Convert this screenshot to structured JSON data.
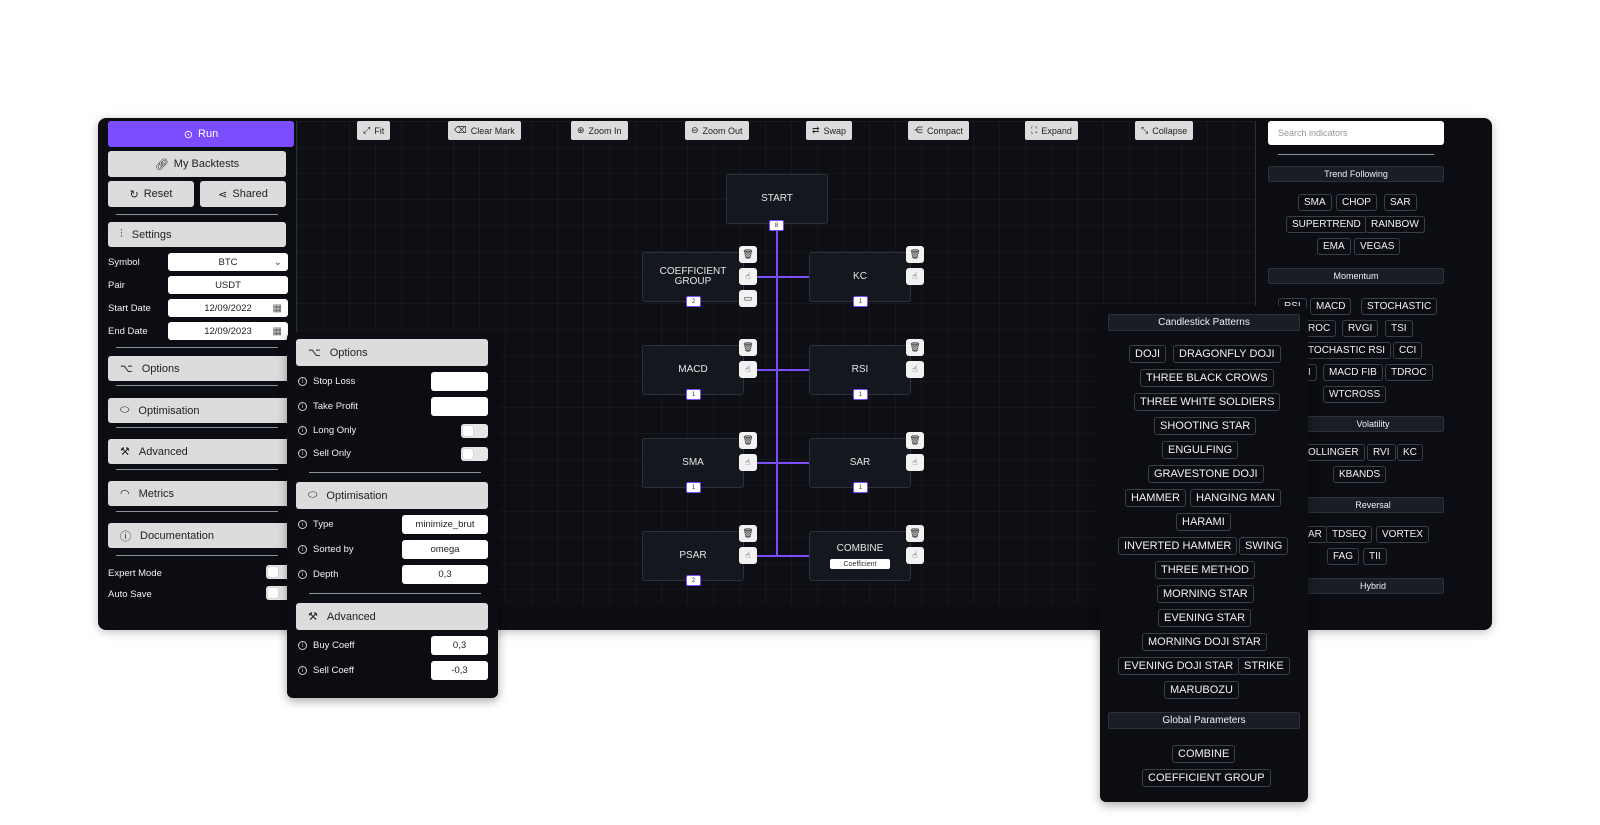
{
  "sidebar": {
    "run_label": "Run",
    "my_backtests_label": "My Backtests",
    "reset_label": "Reset",
    "shared_label": "Shared",
    "settings_label": "Settings",
    "symbol_label": "Symbol",
    "symbol_value": "BTC",
    "pair_label": "Pair",
    "pair_value": "USDT",
    "start_date_label": "Start Date",
    "start_date_value": "12/09/2022",
    "end_date_label": "End Date",
    "end_date_value": "12/09/2023",
    "options_label": "Options",
    "optimisation_label": "Optimisation",
    "advanced_label": "Advanced",
    "metrics_label": "Metrics",
    "documentation_label": "Documentation",
    "expert_mode_label": "Expert Mode",
    "auto_save_label": "Auto Save"
  },
  "toolbar": {
    "fit": "Fit",
    "clear_mark": "Clear Mark",
    "zoom_in": "Zoom In",
    "zoom_out": "Zoom Out",
    "swap": "Swap",
    "compact": "Compact",
    "expand": "Expand",
    "collapse": "Collapse"
  },
  "graph": {
    "start": {
      "label": "START",
      "port": "8"
    },
    "left_nodes": [
      {
        "label": "COEFFICIENT GROUP",
        "port": "2"
      },
      {
        "label": "MACD",
        "port": "1"
      },
      {
        "label": "SMA",
        "port": "1"
      },
      {
        "label": "PSAR",
        "port": "2"
      }
    ],
    "right_nodes": [
      {
        "label": "KC",
        "port": "1"
      },
      {
        "label": "RSI",
        "port": "1"
      },
      {
        "label": "SAR",
        "port": "1"
      },
      {
        "label": "COMBINE",
        "badge": "Coefficient"
      }
    ],
    "line_color": "#7c4dff"
  },
  "indicators": {
    "search_placeholder": "Search indicators",
    "trend_following": {
      "title": "Trend Following",
      "items": [
        "SMA",
        "CHOP",
        "SAR",
        "SUPERTREND",
        "RAINBOW",
        "EMA",
        "VEGAS"
      ]
    },
    "momentum": {
      "title": "Momentum",
      "items": [
        "RSI",
        "MACD",
        "STOCHASTIC",
        "ROC",
        "RVGI",
        "TSI",
        "TOCHASTIC RSI",
        "CCI",
        "I",
        "MACD FIB",
        "TDROC",
        "WTCROSS"
      ]
    },
    "volatility": {
      "title": "Volatility",
      "items": [
        "OLLINGER",
        "RVI",
        "KC",
        "KBANDS"
      ]
    },
    "reversal": {
      "title": "Reversal",
      "items": [
        "AR",
        "TDSEQ",
        "VORTEX",
        "FAG",
        "TII"
      ]
    },
    "hybrid": {
      "title": "Hybrid"
    }
  },
  "options_panel": {
    "options_title": "Options",
    "stop_loss_label": "Stop Loss",
    "stop_loss_value": "",
    "take_profit_label": "Take Profit",
    "take_profit_value": "",
    "long_only_label": "Long Only",
    "sell_only_label": "Sell Only",
    "optimisation_title": "Optimisation",
    "type_label": "Type",
    "type_value": "minimize_brut",
    "sorted_by_label": "Sorted by",
    "sorted_by_value": "omega",
    "depth_label": "Depth",
    "depth_value": "0,3",
    "advanced_title": "Advanced",
    "buy_coeff_label": "Buy Coeff",
    "buy_coeff_value": "0,3",
    "sell_coeff_label": "Sell Coeff",
    "sell_coeff_value": "-0,3"
  },
  "candlestick_panel": {
    "title": "Candlestick Patterns",
    "items": [
      "DOJI",
      "DRAGONFLY DOJI",
      "THREE BLACK CROWS",
      "THREE WHITE SOLDIERS",
      "SHOOTING STAR",
      "ENGULFING",
      "GRAVESTONE DOJI",
      "HAMMER",
      "HANGING MAN",
      "HARAMI",
      "INVERTED HAMMER",
      "SWING",
      "THREE METHOD",
      "MORNING STAR",
      "EVENING STAR",
      "MORNING DOJI STAR",
      "EVENING DOJI STAR",
      "STRIKE",
      "MARUBOZU"
    ],
    "global_title": "Global Parameters",
    "global_items": [
      "COMBINE",
      "COEFFICIENT GROUP"
    ]
  },
  "colors": {
    "accent": "#7c4dff",
    "background": "#0b0d12",
    "panel_button": "#dcdcdc"
  }
}
